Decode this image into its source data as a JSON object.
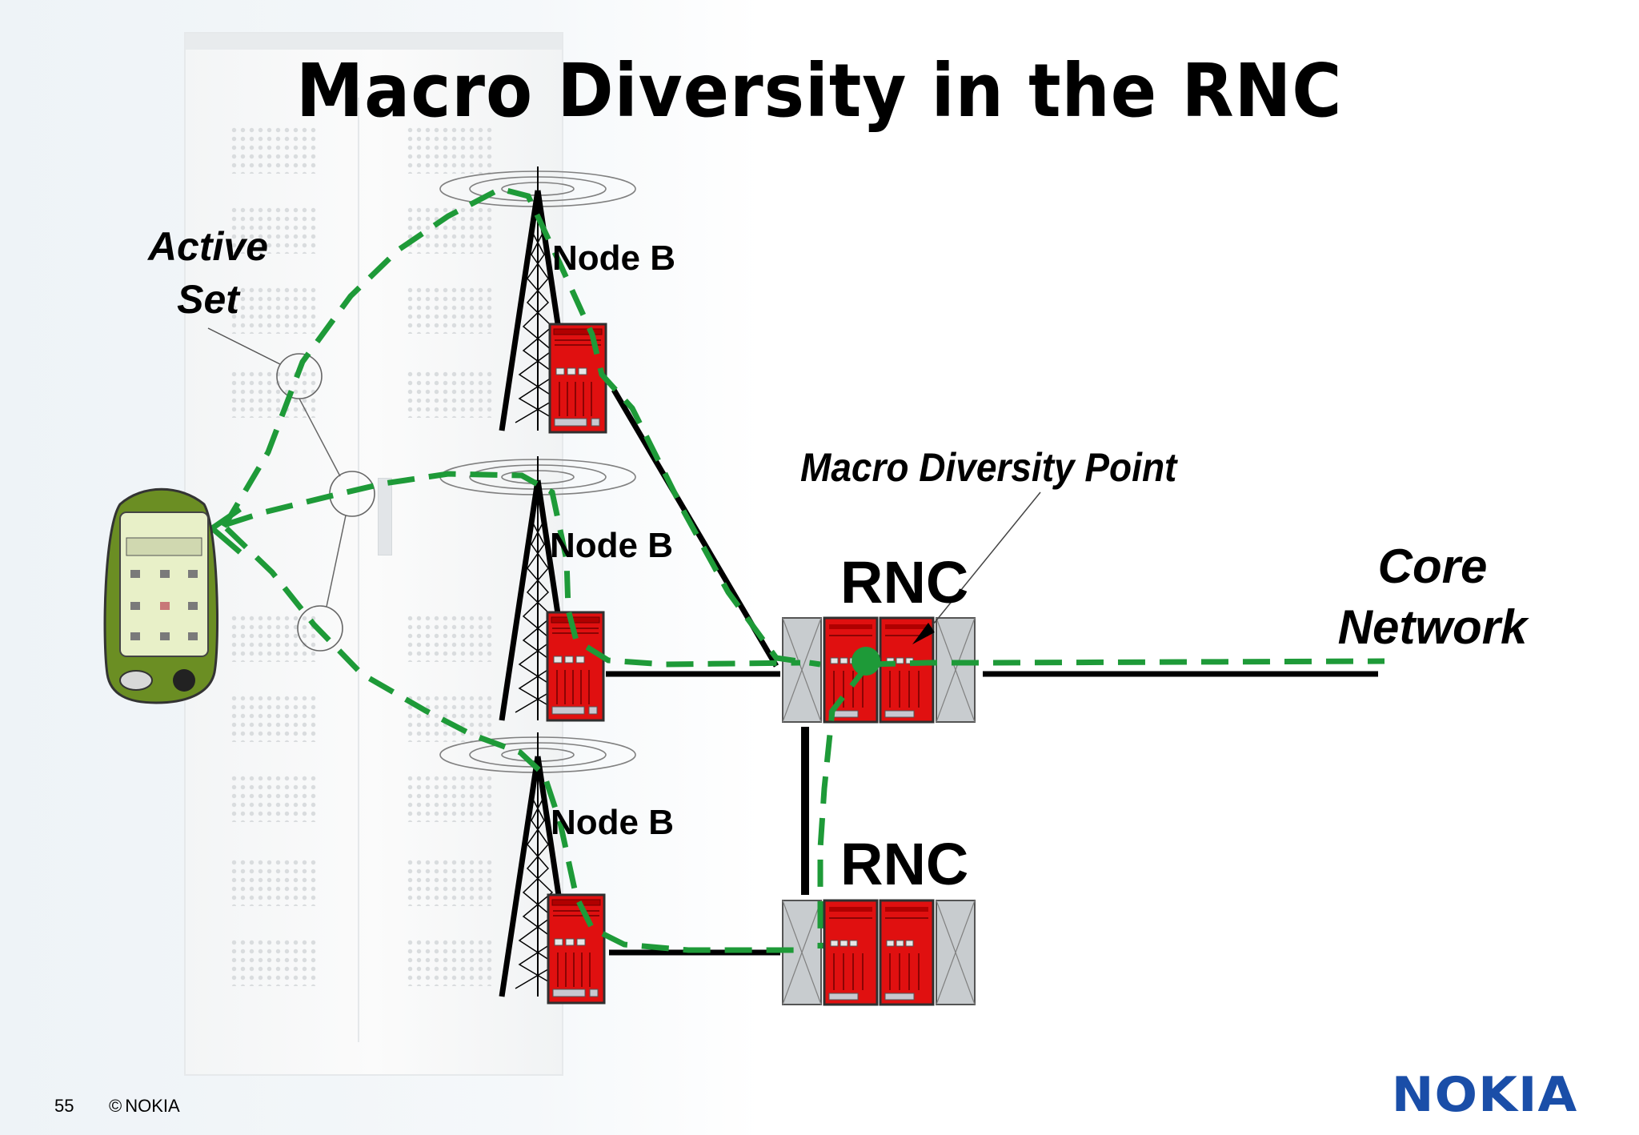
{
  "slide": {
    "title": "Macro Diversity in the RNC",
    "page_number": "55",
    "copyright_symbol": "©",
    "copyright_text": "NOKIA",
    "logo_text": "NOKIA"
  },
  "labels": {
    "active_set_line1": "Active",
    "active_set_line2": "Set",
    "node_b_1": "Node B",
    "node_b_2": "Node B",
    "node_b_3": "Node B",
    "macro_diversity_point": "Macro Diversity Point",
    "rnc_1": "RNC",
    "rnc_2": "RNC",
    "core_line1": "Core",
    "core_line2": "Network"
  },
  "colors": {
    "link": "#000000",
    "radio_path": "#1e9a38",
    "equipment": "#e01010",
    "logo": "#1a4ea8"
  },
  "icons": [
    "mobile-phone-icon",
    "antenna-tower-icon",
    "base-station-cabinet-icon",
    "rnc-cabinet-icon"
  ]
}
